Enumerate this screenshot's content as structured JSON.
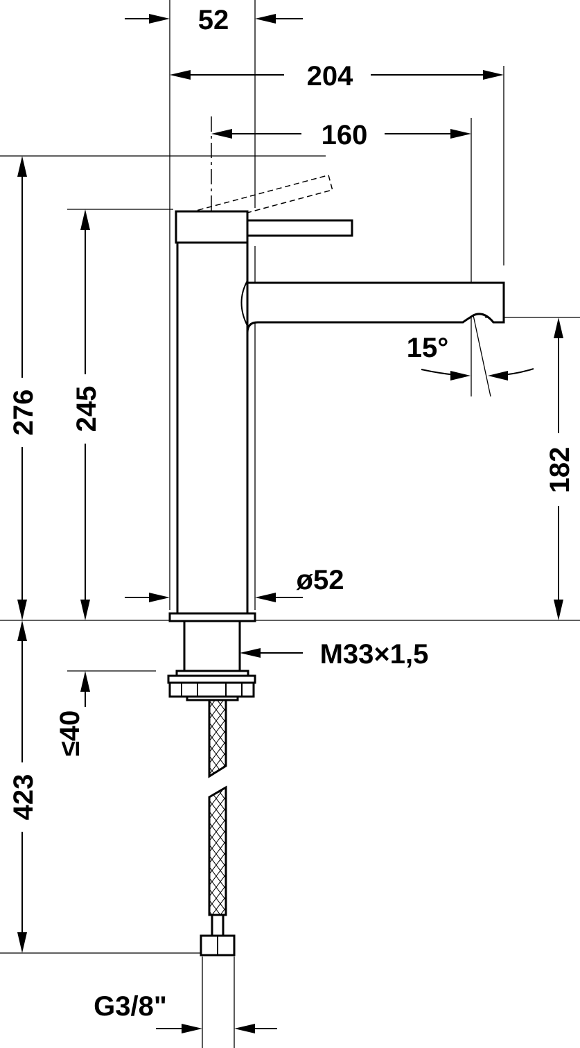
{
  "dimensions": {
    "flange_width": "52",
    "overall_depth": "204",
    "spout_reach": "160",
    "total_height": "276",
    "handle_height": "245",
    "spout_height": "182",
    "spout_angle": "15°",
    "body_diameter": "ø52",
    "thread": "M33×1,5",
    "max_counter_thickness": "≤40",
    "hose_length": "423",
    "connection": "G3/8\""
  }
}
